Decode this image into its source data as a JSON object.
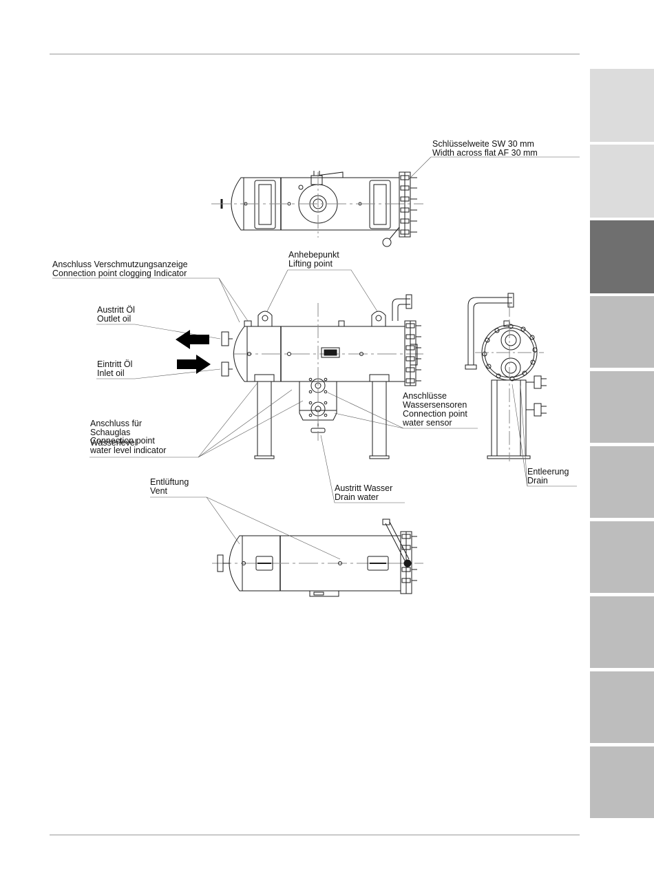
{
  "colors": {
    "rule": "#9a9a9a",
    "tab_light": "#dcdcdc",
    "tab_dark": "#6f6f6f",
    "tab_gray": "#bdbdbd",
    "line": "#1a1a1a"
  },
  "side_tabs": [
    {
      "state": "light"
    },
    {
      "state": "light"
    },
    {
      "state": "active"
    },
    {
      "state": "gray"
    },
    {
      "state": "gray"
    },
    {
      "state": "gray"
    },
    {
      "state": "gray"
    },
    {
      "state": "gray"
    },
    {
      "state": "gray"
    },
    {
      "state": "gray"
    }
  ],
  "labels": {
    "wrench": {
      "de": "Schlüsselweite SW 30 mm",
      "en": "Width across flat AF 30 mm"
    },
    "clogging": {
      "de": "Anschluss Verschmutzungsanzeige",
      "en": "Connection point clogging Indicator"
    },
    "lifting": {
      "de": "Anhebepunkt",
      "en": "Lifting point"
    },
    "outlet_oil": {
      "de": "Austritt Öl",
      "en": "Outlet oil"
    },
    "inlet_oil": {
      "de": "Eintritt Öl",
      "en": "Inlet oil"
    },
    "water_sensor": {
      "de1": "Anschlüsse",
      "de2": "Wassersensoren",
      "en1": "Connection point",
      "en2": "water sensor"
    },
    "sight_glass": {
      "de1": "Anschluss für",
      "de2": "Schauglas",
      "de3": "Wasserlevel",
      "en1": "Connection point",
      "en2": "water level indicator"
    },
    "drain": {
      "de": "Entleerung",
      "en": "Drain"
    },
    "vent": {
      "de": "Entlüftung",
      "en": "Vent"
    },
    "drain_water": {
      "de": "Austritt Wasser",
      "en": "Drain water"
    }
  }
}
